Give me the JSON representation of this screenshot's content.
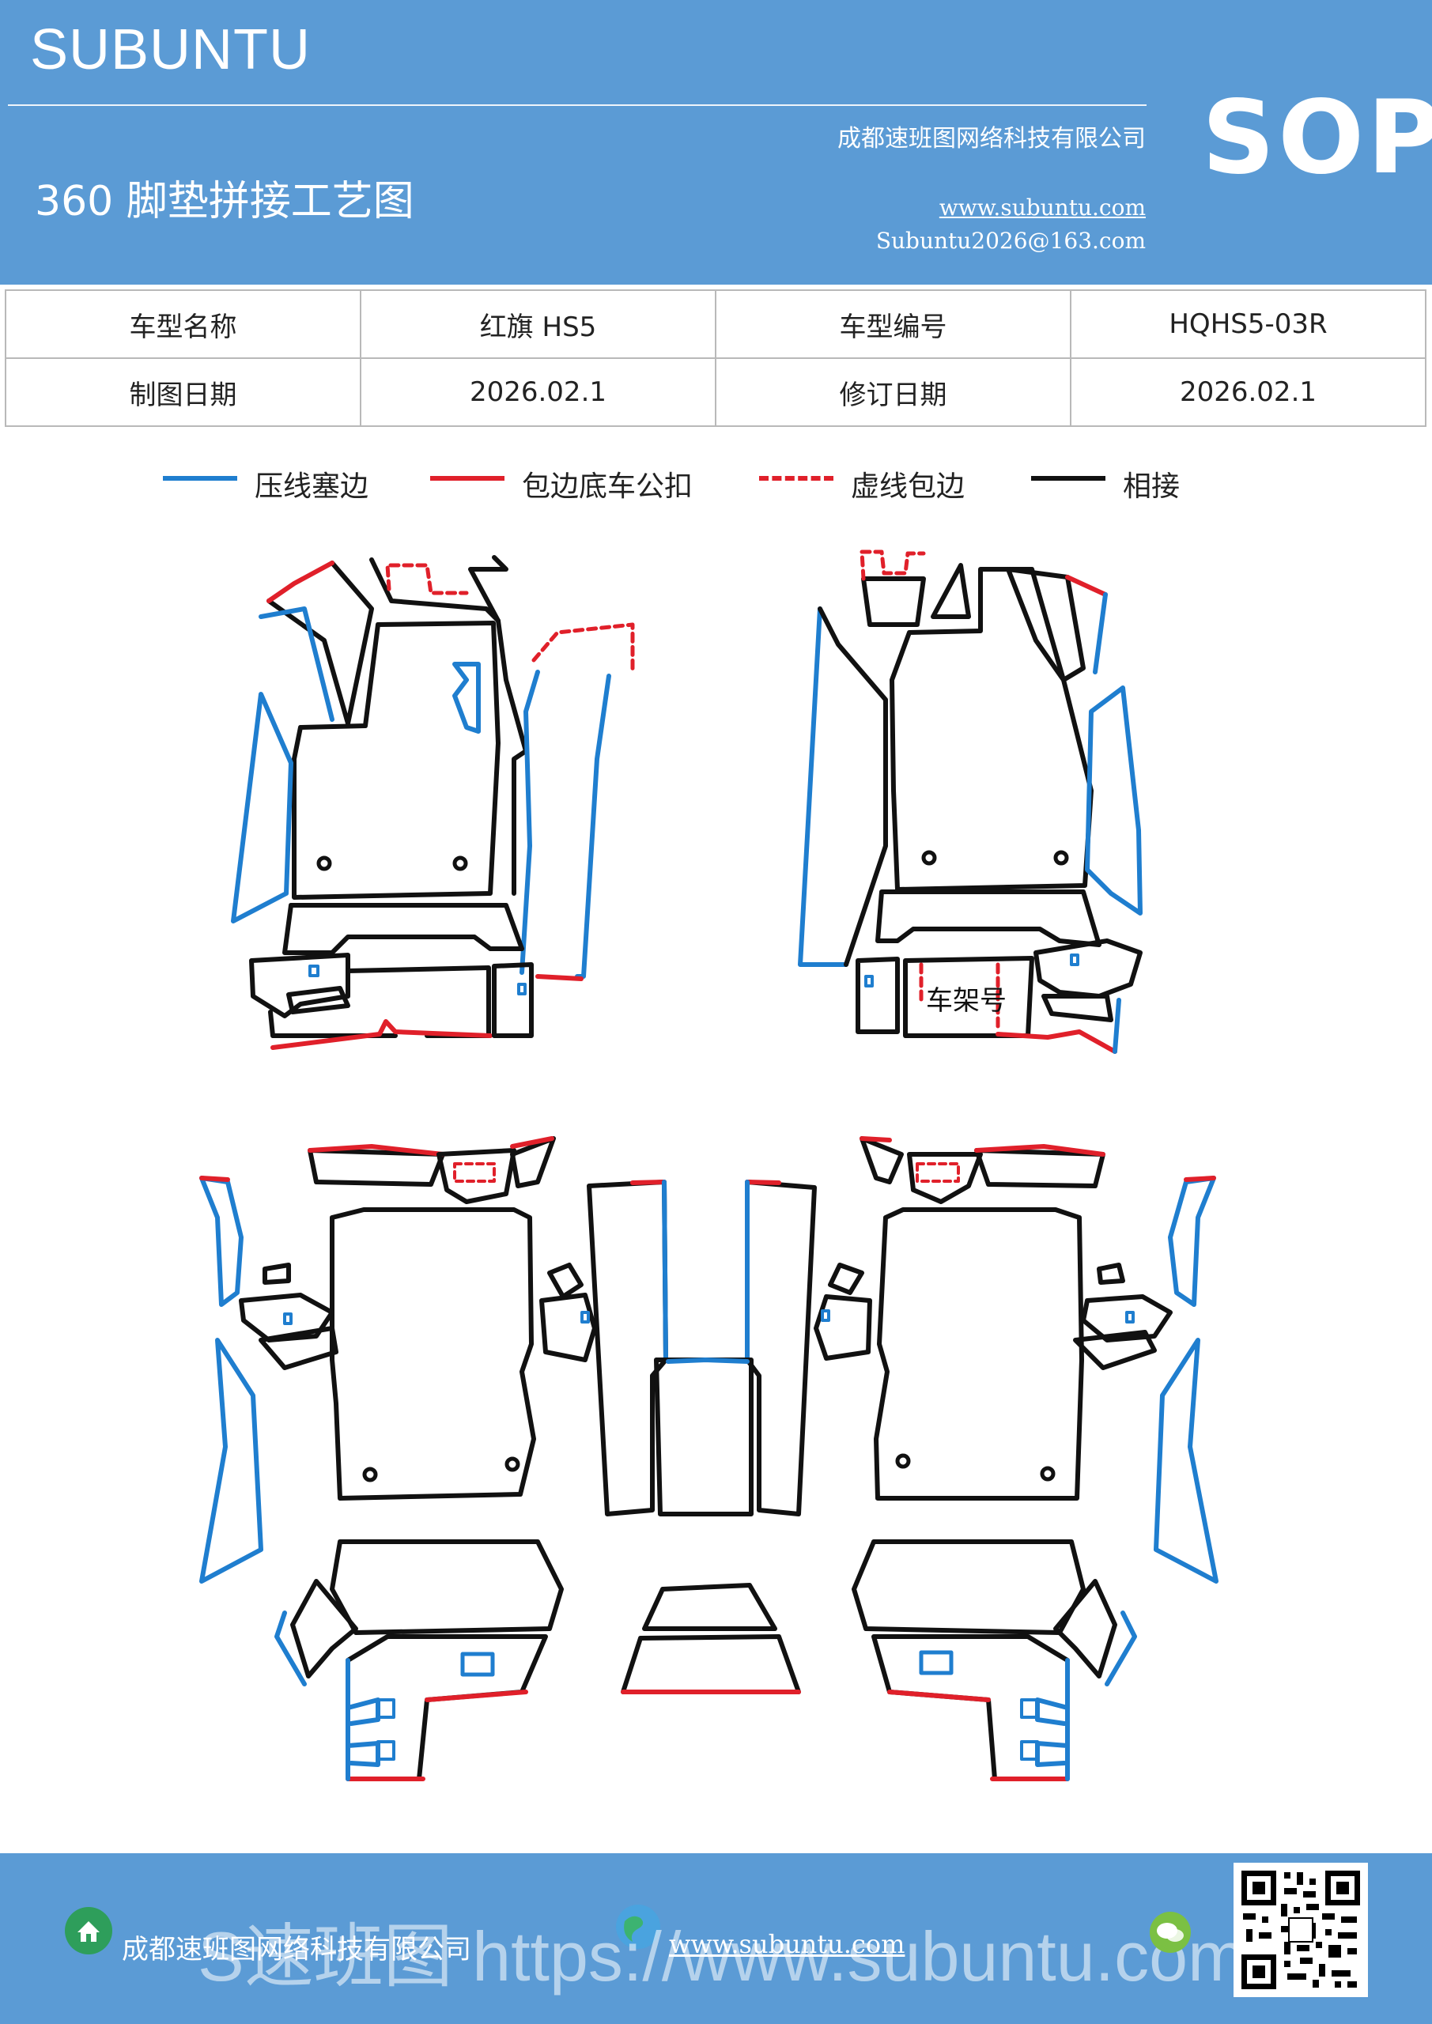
{
  "header": {
    "brand": "SUBUNTU",
    "title": "360 脚垫拼接工艺图",
    "company": "成都速班图网络科技有限公司",
    "website": "www.subuntu.com",
    "email": "Subuntu2026@163.com",
    "badge": "SOP"
  },
  "info_table": {
    "rows": [
      {
        "label1": "车型名称",
        "value1": "红旗 HS5",
        "label2": "车型编号",
        "value2": "HQHS5-03R"
      },
      {
        "label1": "制图日期",
        "value1": "2026.02.1",
        "label2": "修订日期",
        "value2": "2026.02.1"
      }
    ]
  },
  "legend": [
    {
      "label": "压线塞边",
      "color": "#1f7ecf",
      "style": "solid"
    },
    {
      "label": "包边底车公扣",
      "color": "#e0202a",
      "style": "solid"
    },
    {
      "label": "虚线包边",
      "color": "#e0202a",
      "style": "dashed"
    },
    {
      "label": "相接",
      "color": "#111111",
      "style": "solid"
    }
  ],
  "diagram": {
    "frame_label": "车架号"
  },
  "footer": {
    "company": "成都速班图网络科技有限公司",
    "website": "www.subuntu.com",
    "watermark": "S速班图 https://www.subuntu.com"
  },
  "colors": {
    "header_bg": "#5b9bd5",
    "blue_line": "#1f7ecf",
    "red_line": "#e0202a",
    "black_line": "#111111"
  }
}
